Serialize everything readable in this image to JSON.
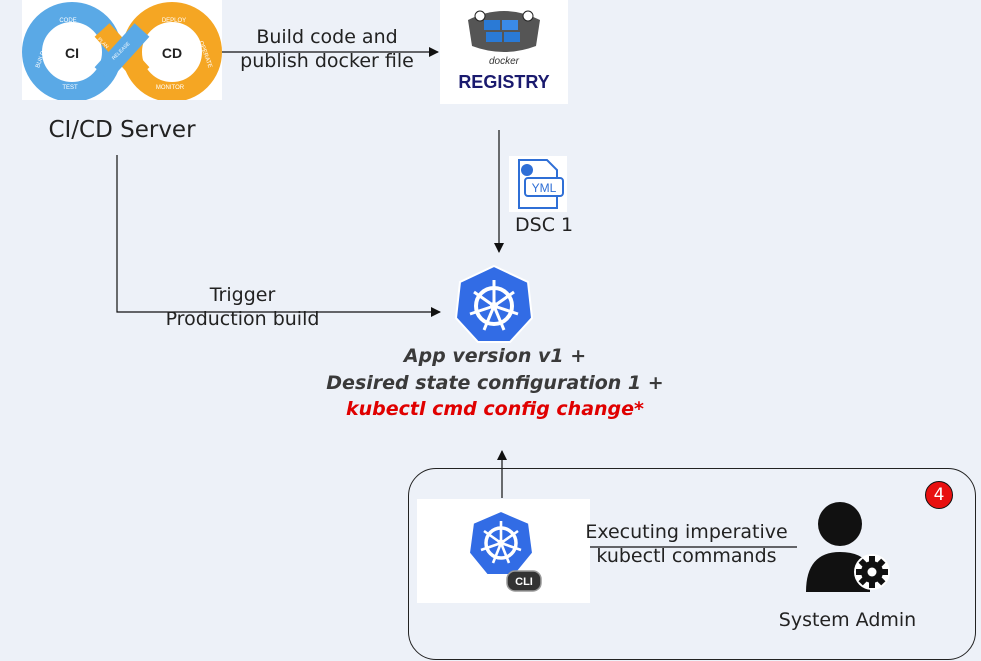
{
  "cicd": {
    "name": "CI/CD Server",
    "logo_text": {
      "ci": "CI",
      "cd": "CD",
      "code": "CODE",
      "build": "BUILD",
      "test": "TEST",
      "plan": "PLAN",
      "release": "RELEASE",
      "deploy": "DEPLOY",
      "operate": "OPERATE",
      "monitor": "MONITOR"
    }
  },
  "registry": {
    "top": "docker",
    "bottom": "REGISTRY"
  },
  "arrows": {
    "build_publish": "Build code and publish docker file",
    "build_line1": "Build code and",
    "build_line2": "publish docker file",
    "trigger_line1": "Trigger",
    "trigger_line2": "Production build",
    "imperative_line1": "Executing imperative",
    "imperative_line2": "kubectl commands"
  },
  "yaml_file": {
    "tag": "YML",
    "label": "DSC 1"
  },
  "cluster_state": {
    "line1": "App version v1 +",
    "line2": "Desired state configuration 1 +",
    "line3": "kubectl cmd config change*"
  },
  "cli_tag": "CLI",
  "admin_label": "System Admin",
  "step_badge": "4",
  "colors": {
    "k8s_blue": "#326ce5",
    "red": "#e00000",
    "ci_blue": "#5aa9e6",
    "cd_orange": "#f5a623"
  }
}
